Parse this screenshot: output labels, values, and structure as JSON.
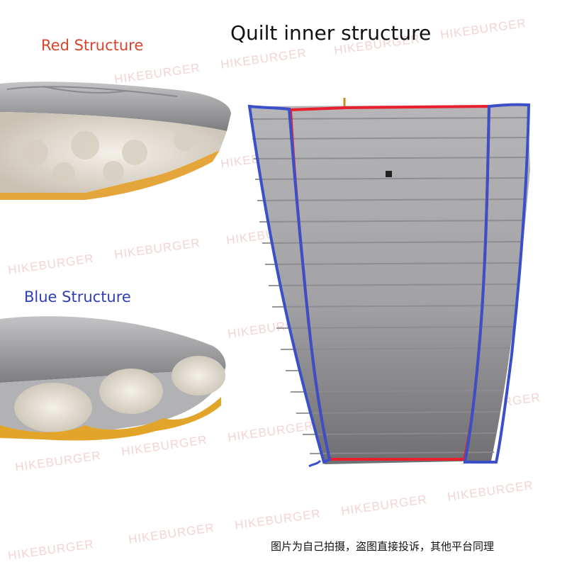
{
  "title": "Quilt inner structure",
  "labels": {
    "red": "Red Structure",
    "blue": "Blue Structure"
  },
  "watermark": "HIKEBURGER",
  "footer": "图片为自己拍摄，盗图直接投诉，其他平台同理",
  "colors": {
    "red_outline": "#e8202e",
    "blue_outline": "#3a4fc8",
    "fabric": "#9a9a9c",
    "lining": "#e8a92a",
    "red_label": "#d8432e",
    "blue_label": "#2f3fb3"
  }
}
